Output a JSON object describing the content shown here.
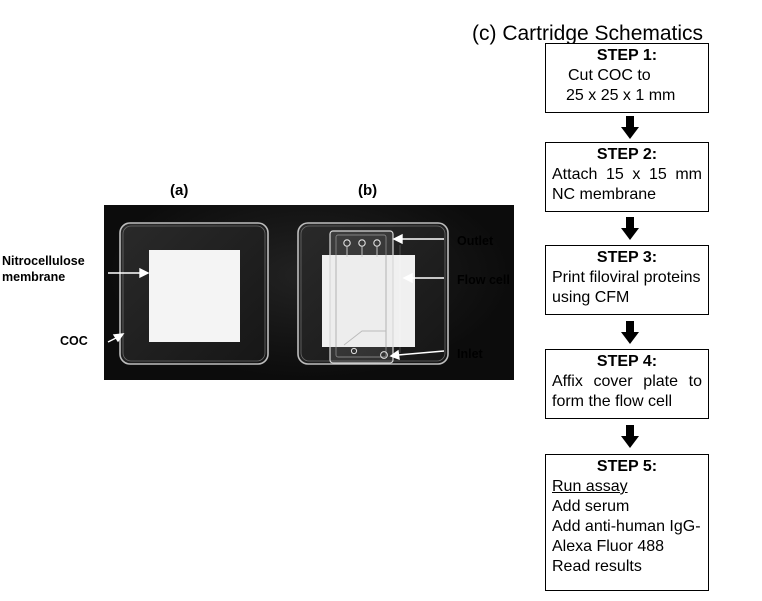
{
  "figure_title": "(c) Cartridge Schematics",
  "panel_labels": {
    "a": "(a)",
    "b": "(b)"
  },
  "annotations": {
    "nitro_line1": "Nitrocellulose",
    "nitro_line2": "membrane",
    "coc": "COC",
    "outlet": "Outlet",
    "flow_cell": "Flow cell",
    "inlet": "Inlet"
  },
  "steps": [
    {
      "title": "STEP 1:",
      "lines": [
        "Cut COC to",
        "25 x 25 x 1 mm"
      ]
    },
    {
      "title": "STEP 2:",
      "lines": [
        "Attach 15 x 15 mm",
        "NC membrane"
      ]
    },
    {
      "title": "STEP 3:",
      "lines": [
        "Print filoviral proteins",
        "using CFM"
      ]
    },
    {
      "title": "STEP 4:",
      "lines": [
        "Affix cover plate to",
        "form the flow cell"
      ]
    },
    {
      "title": "STEP 5:",
      "lines": [
        "Run assay",
        "Add serum",
        "Add anti-human IgG-",
        "Alexa Fluor 488",
        "Read results"
      ]
    }
  ]
}
